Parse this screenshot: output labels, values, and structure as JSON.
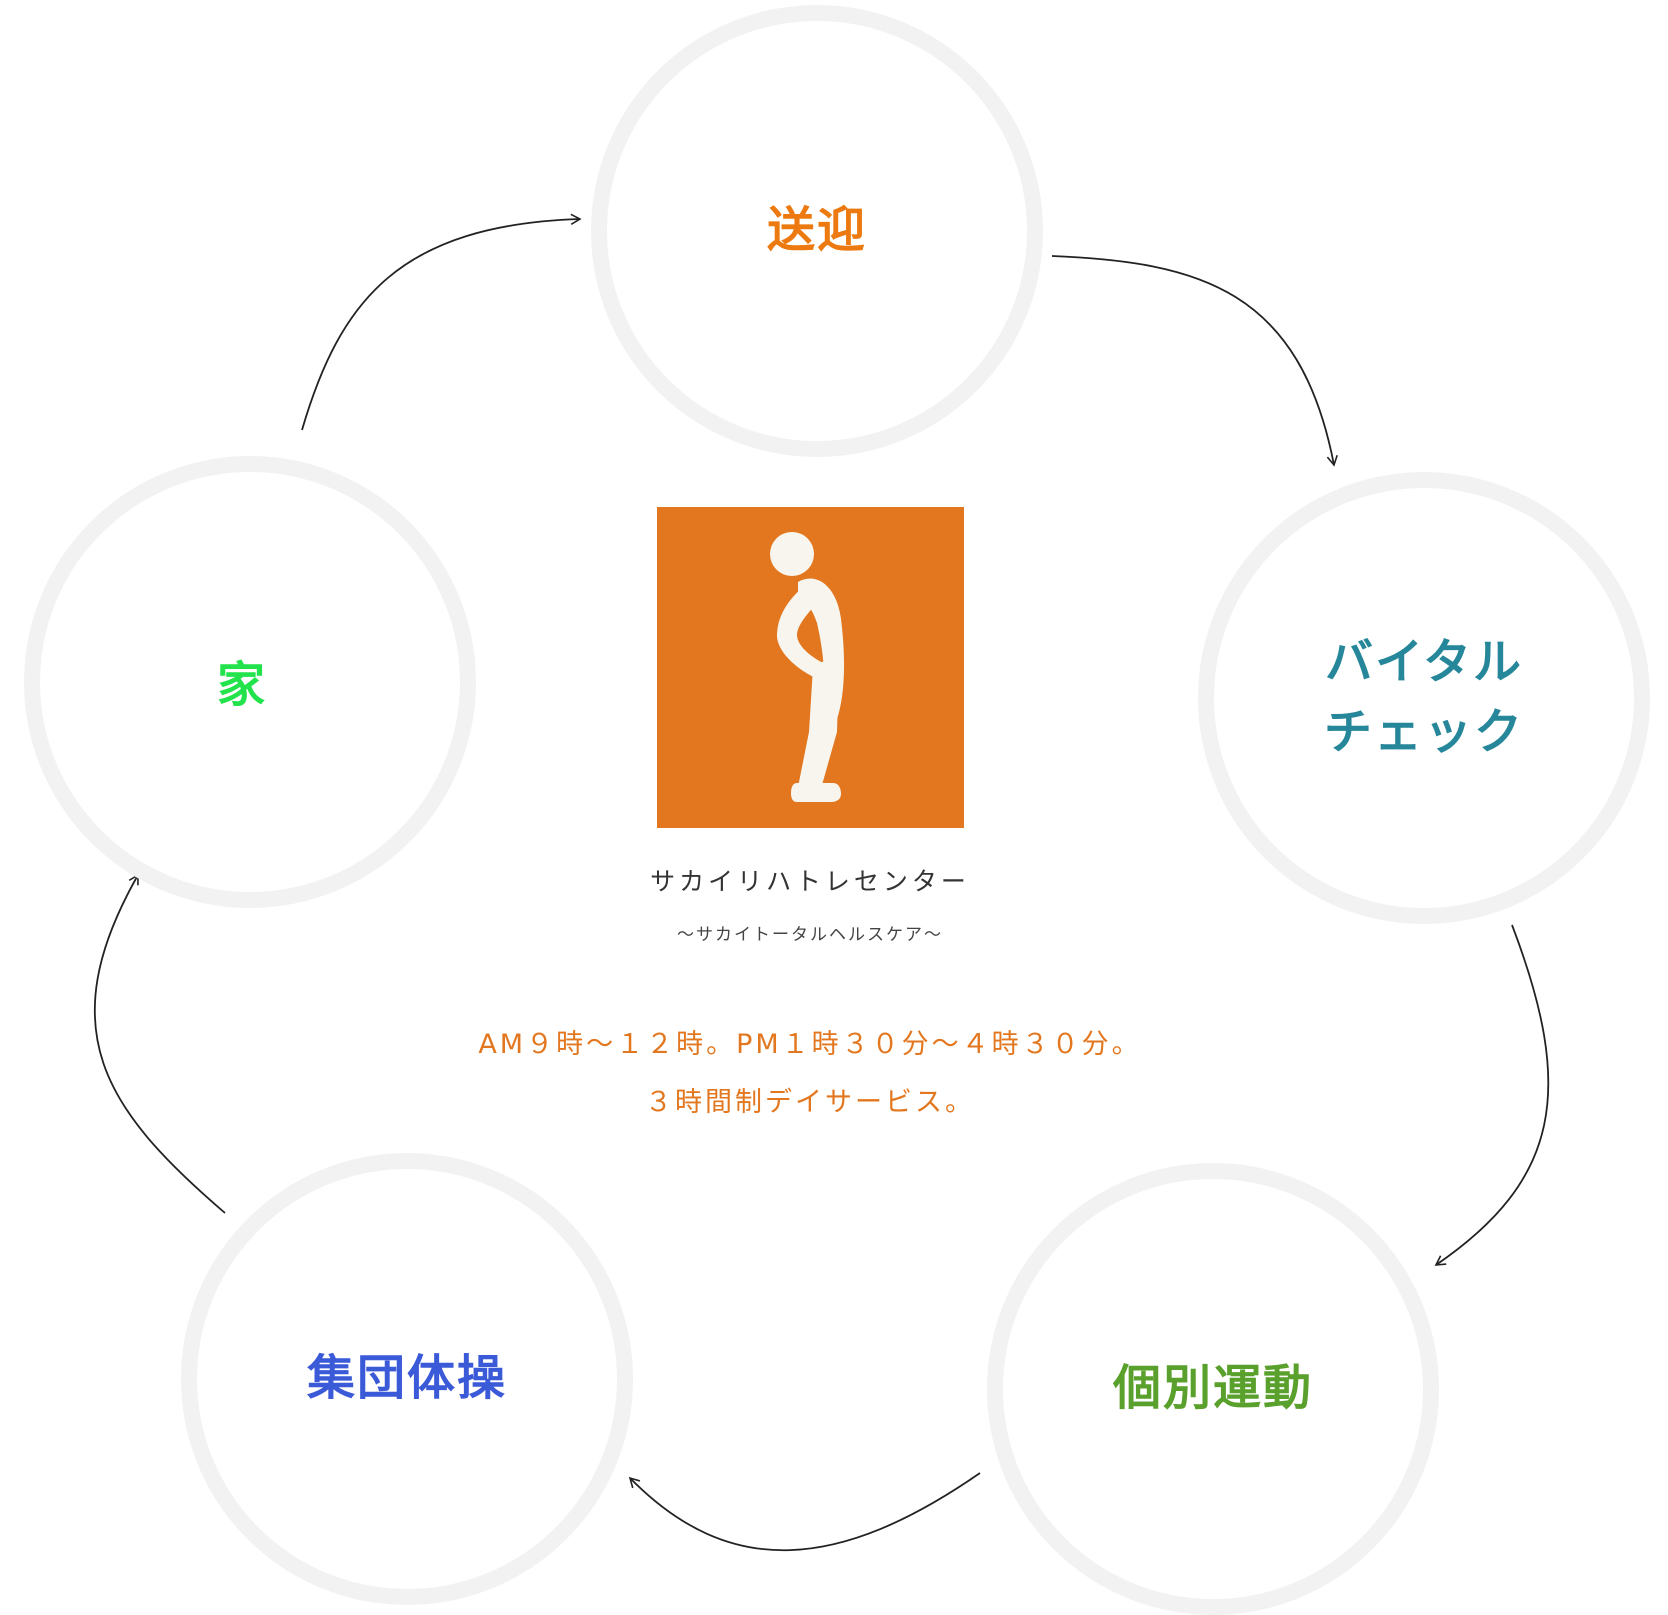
{
  "cycle": {
    "pickup": {
      "label": "送迎",
      "color": "#ed7a10"
    },
    "vital": {
      "label": "バイタル\nチェック",
      "color": "#27879a"
    },
    "individual_exercise": {
      "label": "個別運動",
      "color": "#5aa02c"
    },
    "group_exercise": {
      "label": "集団体操",
      "color": "#3b5ad8"
    },
    "home": {
      "label": "家",
      "color": "#22e34c"
    }
  },
  "center": {
    "logo_icon": "bent-over-person-icon",
    "logo_bg_color": "#e2771f",
    "name": "サカイリハトレセンター",
    "subtitle": "〜サカイトータルヘルスケア〜",
    "hours_line1": "AM９時〜１２時。PM１時３０分〜４時３０分。",
    "hours_line2": "３時間制デイサービス。",
    "text_accent_color": "#e2771f"
  }
}
